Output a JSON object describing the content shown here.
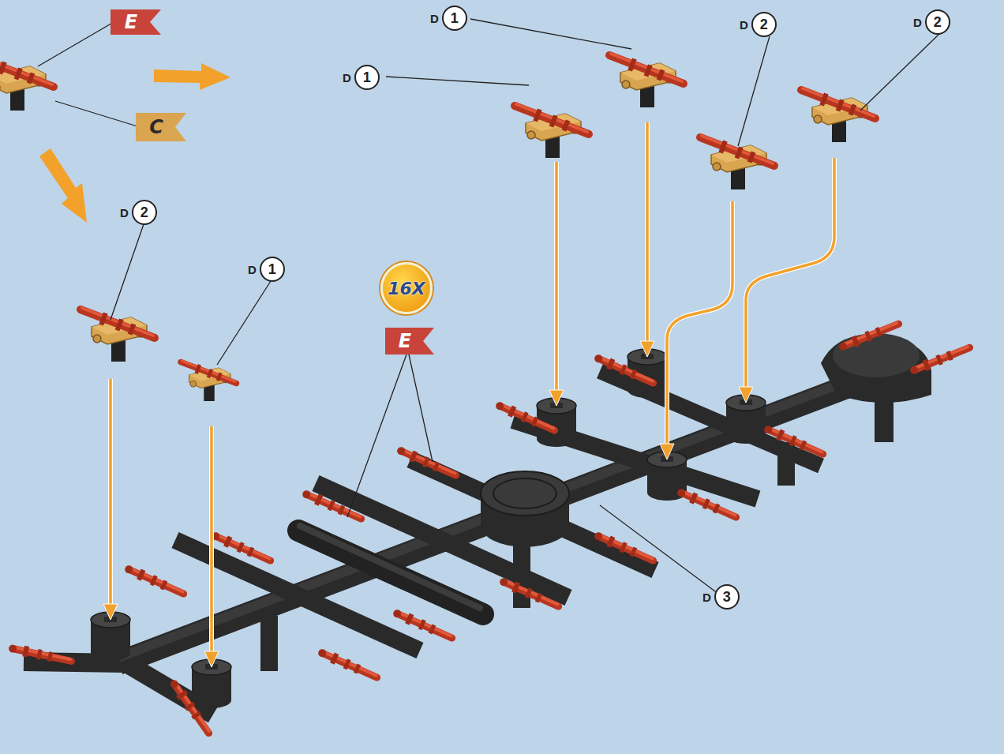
{
  "diagram": {
    "nodes": [
      {
        "text": [
          "E"
        ]
      },
      {
        "text": [
          "D",
          "1"
        ]
      },
      {
        "text": [
          "D",
          "2"
        ]
      },
      {
        "text": [
          "D",
          "2"
        ]
      },
      {
        "text": [
          "D",
          "1"
        ]
      },
      {
        "text": [
          "C"
        ]
      },
      {
        "text": [
          "D",
          "2"
        ]
      },
      {
        "text": [
          "D",
          "1"
        ]
      },
      {
        "text": [
          "16X"
        ]
      },
      {
        "text": [
          "E"
        ]
      },
      {
        "text": [
          "D",
          "3"
        ]
      }
    ]
  }
}
